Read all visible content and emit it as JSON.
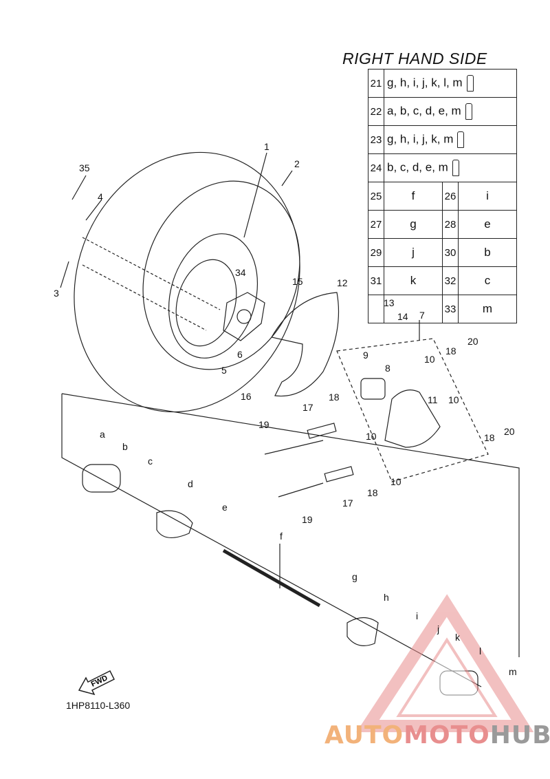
{
  "header": {
    "title": "RIGHT HAND SIDE"
  },
  "kit_table": [
    {
      "no": "21",
      "contents": "g, h, i, j, k, l, m",
      "tube": true
    },
    {
      "no": "22",
      "contents": "a, b, c, d, e, m",
      "tube": true
    },
    {
      "no": "23",
      "contents": "g, h, i, j, k, m",
      "tube": true
    },
    {
      "no": "24",
      "contents": "b, c, d, e, m",
      "tube": true
    }
  ],
  "single_table": [
    {
      "no1": "25",
      "v1": "f",
      "no2": "26",
      "v2": "i"
    },
    {
      "no1": "27",
      "v1": "g",
      "no2": "28",
      "v2": "e"
    },
    {
      "no1": "29",
      "v1": "j",
      "no2": "30",
      "v2": "b"
    },
    {
      "no1": "31",
      "v1": "k",
      "no2": "32",
      "v2": "c"
    },
    {
      "no1": "",
      "v1": "",
      "no2": "33",
      "v2": "m"
    }
  ],
  "callouts": {
    "c1": "1",
    "c2": "2",
    "c3": "3",
    "c4": "4",
    "c5": "5",
    "c6": "6",
    "c7": "7",
    "c8": "8",
    "c9": "9",
    "c10a": "10",
    "c10b": "10",
    "c10c": "10",
    "c10d": "10",
    "c11": "11",
    "c12": "12",
    "c13": "13",
    "c14": "14",
    "c15": "15",
    "c16": "16",
    "c17a": "17",
    "c17b": "17",
    "c18a": "18",
    "c18b": "18",
    "c18c": "18",
    "c18d": "18",
    "c19a": "19",
    "c19b": "19",
    "c20a": "20",
    "c20b": "20",
    "c34": "34",
    "c35": "35",
    "la": "a",
    "lb": "b",
    "lc": "c",
    "ld": "d",
    "le": "e",
    "lf": "f",
    "lg": "g",
    "lh": "h",
    "li": "i",
    "lj": "j",
    "lk": "k",
    "ll": "l",
    "lm": "m"
  },
  "fwd_label": "FWD",
  "diagram_code": "1HP8110-L360",
  "watermark": {
    "part1": "AUTO",
    "part2": "MOTO",
    "part3": "HUB"
  },
  "colors": {
    "line": "#222222",
    "wm_orange": "#f2b27a",
    "wm_red": "#e88e8e",
    "wm_gray": "#9a9a9a"
  }
}
